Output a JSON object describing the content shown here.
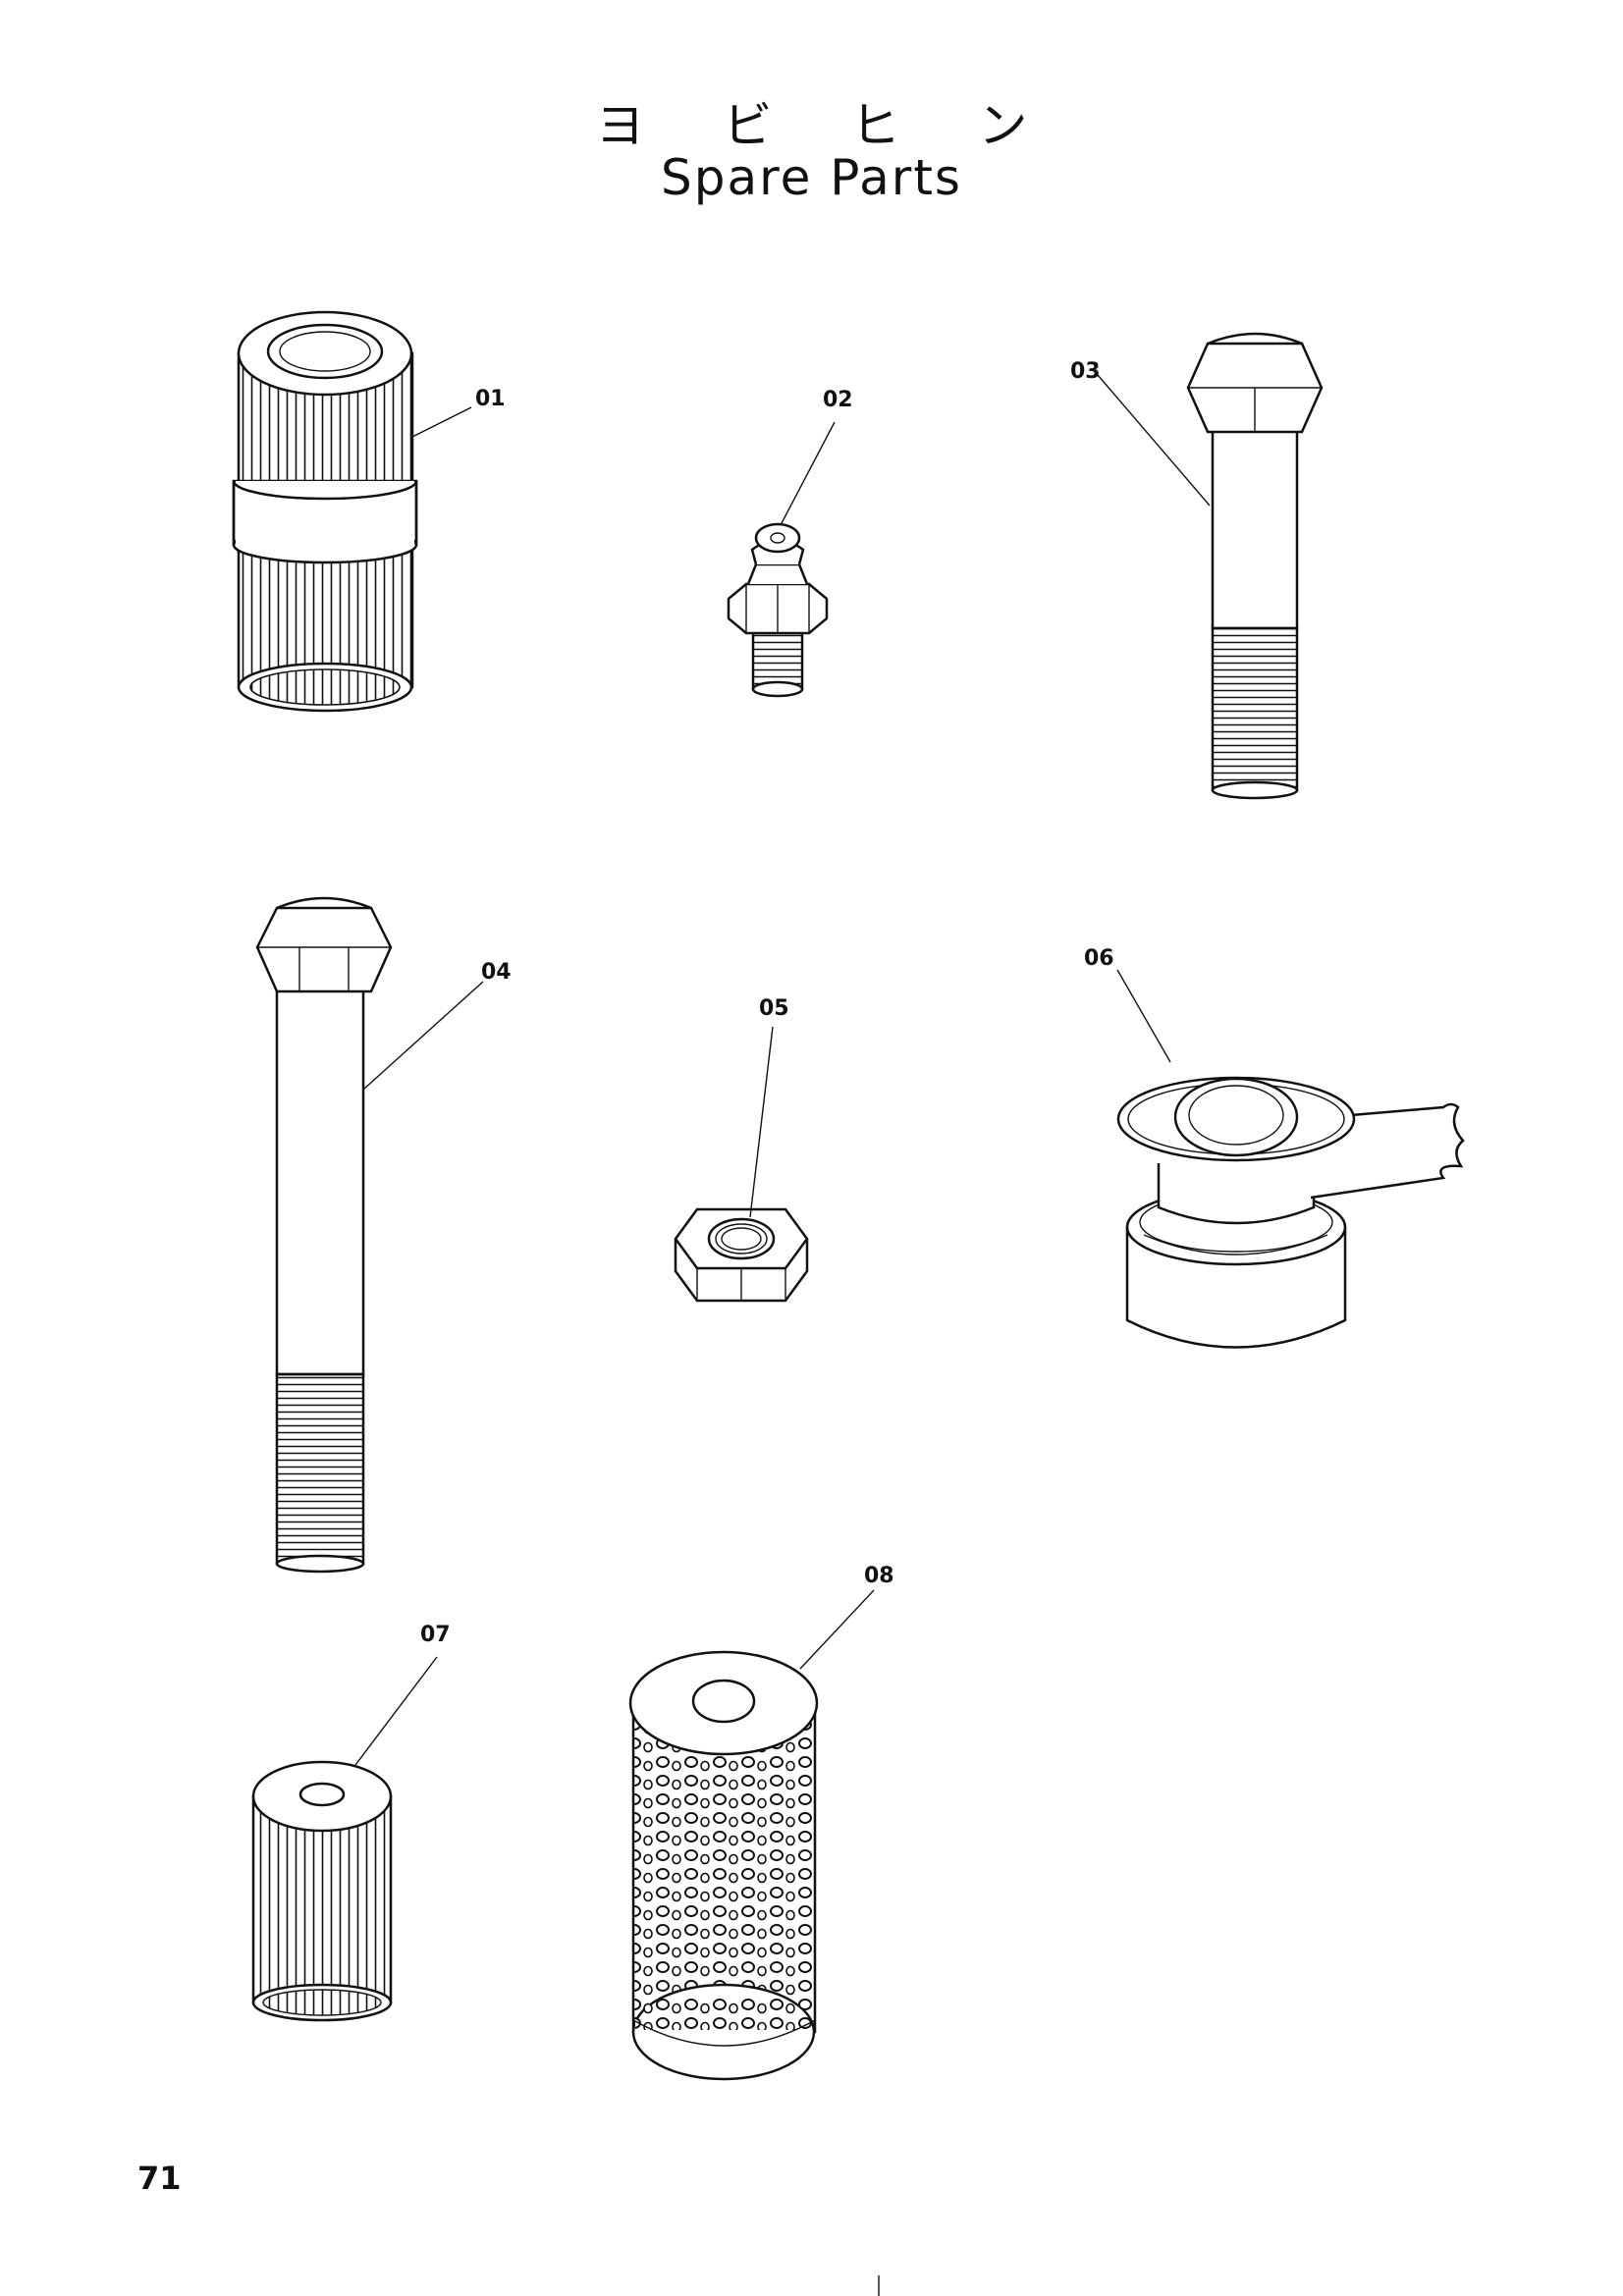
{
  "header": {
    "title_jp": "ヨ ビ ヒ ン",
    "title_en": "Spare Parts"
  },
  "page": {
    "number": "71"
  },
  "parts": [
    {
      "id": "01",
      "label": "01",
      "icon": "pleated-filter-element-with-band-icon"
    },
    {
      "id": "02",
      "label": "02",
      "icon": "grease-nipple-icon"
    },
    {
      "id": "03",
      "label": "03",
      "icon": "hex-bolt-icon"
    },
    {
      "id": "04",
      "label": "04",
      "icon": "long-hex-bolt-icon"
    },
    {
      "id": "05",
      "label": "05",
      "icon": "hex-nut-icon"
    },
    {
      "id": "06",
      "label": "06",
      "icon": "seal-kit-icon"
    },
    {
      "id": "07",
      "label": "07",
      "icon": "small-pleated-filter-icon"
    },
    {
      "id": "08",
      "label": "08",
      "icon": "perforated-strainer-icon"
    }
  ]
}
